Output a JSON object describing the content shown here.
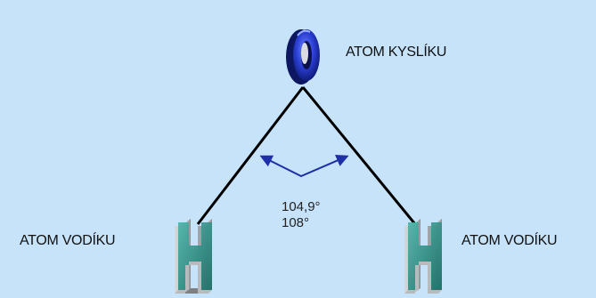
{
  "oxygen": {
    "symbol": "O",
    "label": "ATOM KYSLÍKU"
  },
  "hydrogen_left": {
    "symbol": "H",
    "label": "ATOM VODÍKU"
  },
  "hydrogen_right": {
    "symbol": "H",
    "label": "ATOM VODÍKU"
  },
  "angle": {
    "value_1": "104,9°",
    "value_2": "108°"
  },
  "colors": {
    "background": "#c6e3fa",
    "bond": "#000000",
    "angle_arrow": "#1f2fa8",
    "oxygen": "#2b3fd6",
    "hydrogen_face": "#2e8f86",
    "hydrogen_side": "#a9adb1"
  }
}
